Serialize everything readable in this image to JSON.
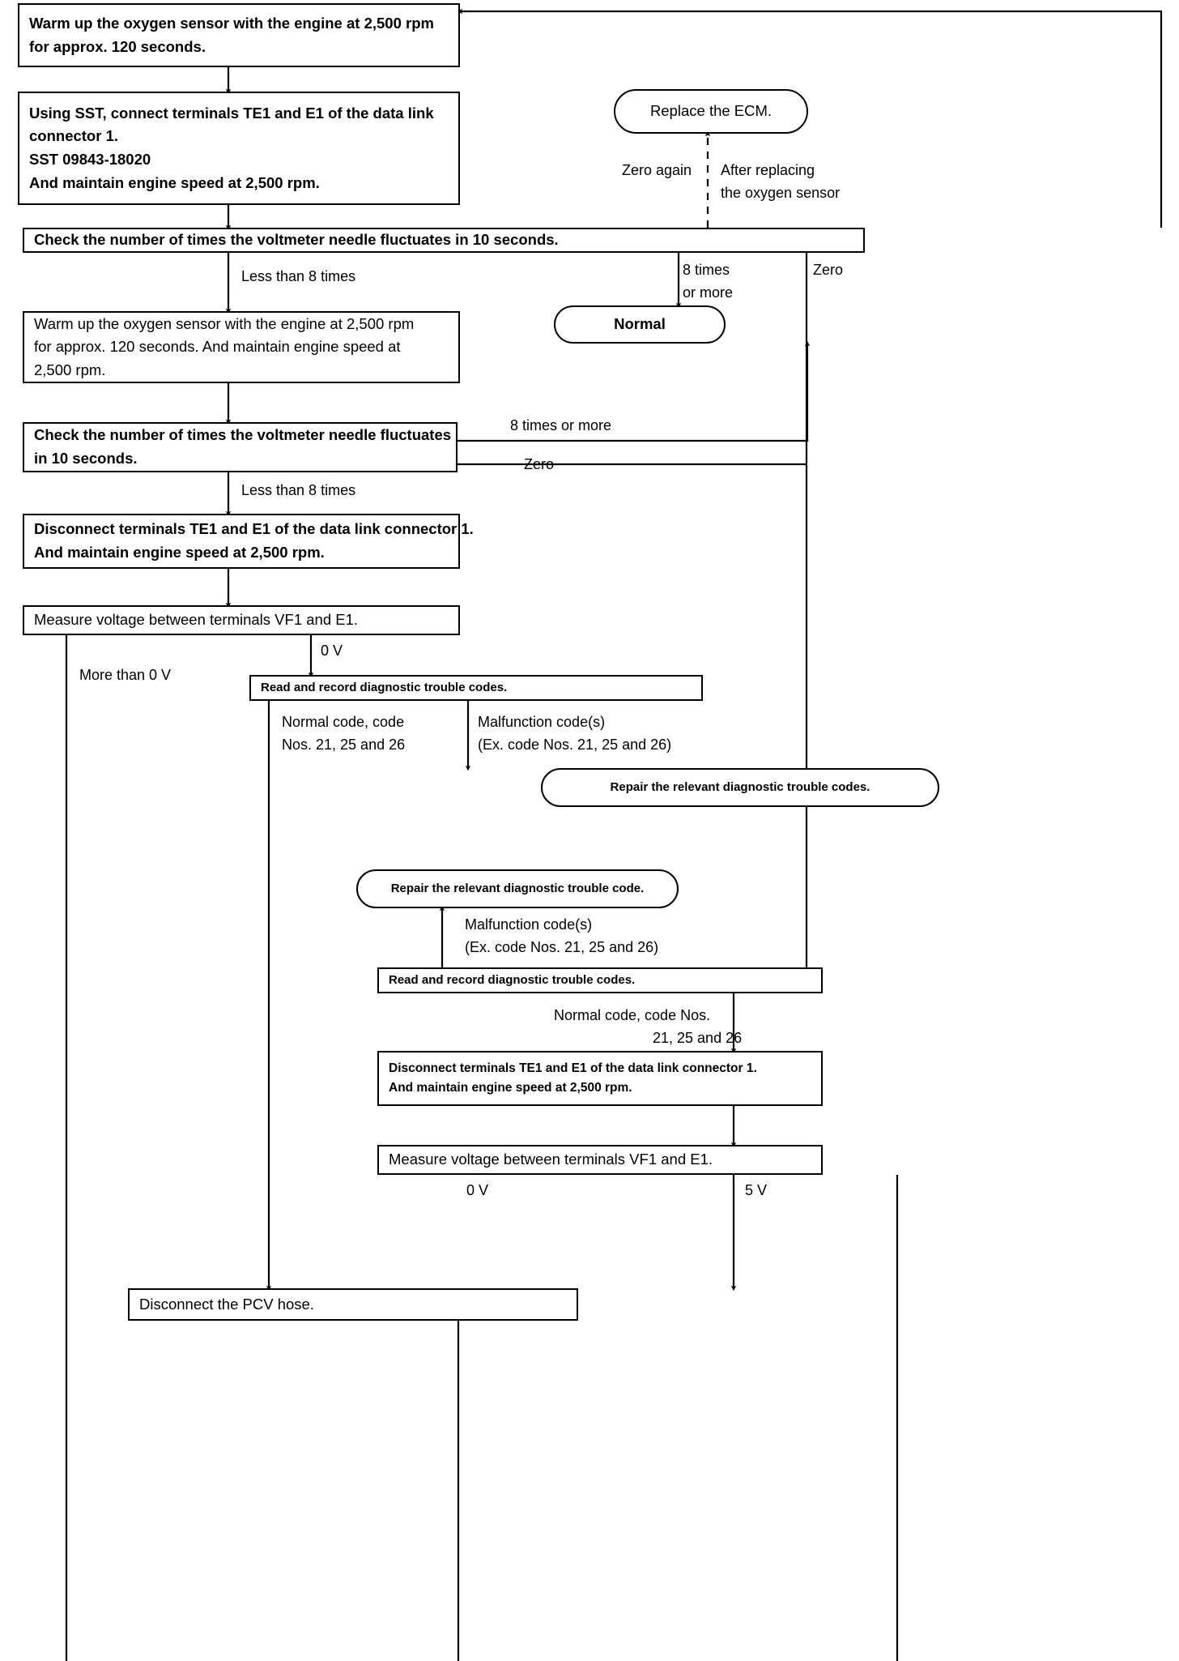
{
  "diagram": {
    "title": "Oxygen sensor / ECM diagnostic trouble shooting flow chart",
    "nodes": {
      "warmup1": {
        "shape": "process",
        "line1": "Warm up the oxygen sensor with the engine at 2,500 rpm",
        "line2": "for approx. 120 seconds."
      },
      "sst_connect": {
        "shape": "process",
        "line1": "Using SST, connect terminals TE1 and E1 of the data link",
        "line2": "connector 1.",
        "line3": "SST 09843-18020",
        "line4": "And maintain engine speed at 2,500 rpm."
      },
      "check1": {
        "shape": "process",
        "line1": "Check the number of times the voltmeter needle fluctuates in 10 seconds."
      },
      "replace_ecm": {
        "shape": "terminator",
        "line1": "Replace the ECM."
      },
      "normal": {
        "shape": "terminator",
        "line1": "Normal"
      },
      "warmup2": {
        "shape": "process",
        "line1": "Warm up the oxygen sensor with the engine at 2,500 rpm",
        "line2": "for approx. 120 seconds. And maintain engine speed at",
        "line3": "2,500 rpm."
      },
      "check2": {
        "shape": "process",
        "line1": "Check the number of times the voltmeter needle fluctuates",
        "line2": "in 10 seconds."
      },
      "disconnect1": {
        "shape": "process",
        "line1": "Disconnect terminals TE1 and E1 of the data link connector 1.",
        "line2": "And maintain engine speed at 2,500 rpm."
      },
      "measure1": {
        "shape": "process",
        "line1": "Measure voltage between terminals VF1 and E1."
      },
      "read1": {
        "shape": "process",
        "line1": "Read and record diagnostic trouble codes."
      },
      "repair_codes": {
        "shape": "terminator",
        "line1": "Repair the relevant diagnostic trouble codes."
      },
      "repair_code": {
        "shape": "terminator",
        "line1": "Repair the relevant diagnostic trouble code."
      },
      "read2": {
        "shape": "process",
        "line1": "Read and record diagnostic trouble codes."
      },
      "disconnect2": {
        "shape": "process",
        "line1": "Disconnect terminals TE1 and E1 of the data link connector 1.",
        "line2": "And maintain engine speed at 2,500 rpm."
      },
      "measure2": {
        "shape": "process",
        "line1": "Measure voltage between terminals VF1 and E1."
      },
      "pcv": {
        "shape": "process",
        "line1": "Disconnect the PCV hose."
      }
    },
    "edge_labels": {
      "zero_again": "Zero again",
      "after_replacing_1": "After replacing",
      "after_replacing_2": "the oxygen sensor",
      "less_than_8_a": "Less than 8 times",
      "eight_or_more_1": "8 times",
      "eight_or_more_2": "or more",
      "zero_a": "Zero",
      "eight_or_more_b": "8 times or more",
      "zero_b": "Zero",
      "less_than_8_b": "Less than 8 times",
      "zero_v_a": "0 V",
      "more_than_0v": "More than 0 V",
      "normal_code_1": "Normal code, code",
      "normal_code_2": "Nos. 21, 25 and 26",
      "malfunction_1": "Malfunction code(s)",
      "malfunction_2": "(Ex. code Nos. 21, 25 and 26)",
      "malfunction_b1": "Malfunction code(s)",
      "malfunction_b2": "(Ex. code Nos. 21, 25 and 26)",
      "normal_code_b1": "Normal code, code Nos.",
      "normal_code_b2": "21, 25 and 26",
      "zero_v_b": "0 V",
      "five_v": "5 V"
    },
    "colors": {
      "ink": "#000000",
      "paper": "#ffffff"
    }
  }
}
